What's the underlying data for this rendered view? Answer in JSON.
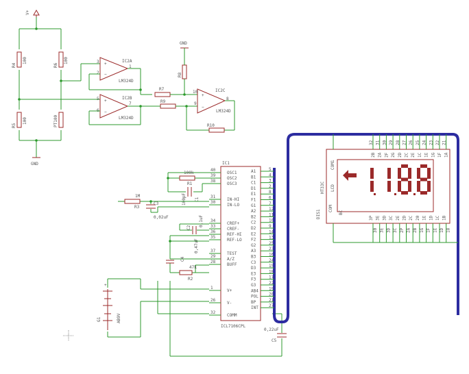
{
  "power": {
    "vplus_label": "V+",
    "gnd_label": "GND"
  },
  "resistors": {
    "R4": {
      "name": "R4",
      "value": "100"
    },
    "R5": {
      "name": "R5",
      "value": "100"
    },
    "R6": {
      "name": "R6",
      "value": "100"
    },
    "PT": {
      "value": "PT100"
    },
    "R7": {
      "name": "R7"
    },
    "R8": {
      "name": "R8"
    },
    "R9": {
      "name": "R9"
    },
    "R10": {
      "name": "R10"
    },
    "R1": {
      "name": "R1",
      "value": "100k"
    },
    "R3": {
      "name": "R3",
      "value": "1M"
    },
    "R2": {
      "name": "R2",
      "value": "47k"
    }
  },
  "opamps": {
    "IC2A": {
      "name": "IC2A",
      "part": "LM324D",
      "pins": [
        "3",
        "2",
        "1"
      ]
    },
    "IC2B": {
      "name": "IC2B",
      "part": "LM324D",
      "pins": [
        "5",
        "6",
        "7"
      ]
    },
    "IC2C": {
      "name": "IC2C",
      "part": "LM324D",
      "pins": [
        "10",
        "9",
        "8"
      ]
    }
  },
  "capacitors": {
    "C1": {
      "name": "C1",
      "value": "100pF"
    },
    "C2": {
      "name": "C2",
      "value": "0,1uF"
    },
    "C3": {
      "name": "C3",
      "value": "0,02uF"
    },
    "C4": {
      "name": "C4",
      "value": "0,47uF"
    },
    "C5": {
      "name": "C5",
      "value": "0,22uF"
    }
  },
  "battery": {
    "name": "G1",
    "value": "AB9V"
  },
  "ic1": {
    "name": "IC1",
    "part": "ICL7106CPL",
    "left_pins": [
      {
        "num": "40",
        "label": "OSC1"
      },
      {
        "num": "39",
        "label": "OSC2"
      },
      {
        "num": "38",
        "label": "OSC3"
      },
      {
        "num": "31",
        "label": "IN-HI"
      },
      {
        "num": "30",
        "label": "IN-LO"
      },
      {
        "num": "34",
        "label": "CREF+"
      },
      {
        "num": "33",
        "label": "CREF-"
      },
      {
        "num": "36",
        "label": "REF-HI"
      },
      {
        "num": "35",
        "label": "REF-LO"
      },
      {
        "num": "37",
        "label": "TEST"
      },
      {
        "num": "29",
        "label": "A/Z"
      },
      {
        "num": "28",
        "label": "BUFF"
      },
      {
        "num": "1",
        "label": "V+"
      },
      {
        "num": "26",
        "label": "V-"
      },
      {
        "num": "32",
        "label": "COMM"
      }
    ],
    "right_pins": [
      {
        "num": "5",
        "label": "A1"
      },
      {
        "num": "4",
        "label": "B1"
      },
      {
        "num": "3",
        "label": "C1"
      },
      {
        "num": "2",
        "label": "D1"
      },
      {
        "num": "8",
        "label": "E1"
      },
      {
        "num": "6",
        "label": "F1"
      },
      {
        "num": "7",
        "label": "G1"
      },
      {
        "num": "12",
        "label": "A2"
      },
      {
        "num": "11",
        "label": "B2"
      },
      {
        "num": "10",
        "label": "C2"
      },
      {
        "num": "9",
        "label": "D2"
      },
      {
        "num": "14",
        "label": "E2"
      },
      {
        "num": "13",
        "label": "F2"
      },
      {
        "num": "25",
        "label": "G2"
      },
      {
        "num": "23",
        "label": "A3"
      },
      {
        "num": "16",
        "label": "B3"
      },
      {
        "num": "24",
        "label": "C3"
      },
      {
        "num": "15",
        "label": "D3"
      },
      {
        "num": "18",
        "label": "E3"
      },
      {
        "num": "17",
        "label": "F3"
      },
      {
        "num": "22",
        "label": "G3"
      },
      {
        "num": "19",
        "label": "AB4"
      },
      {
        "num": "20",
        "label": "POL"
      },
      {
        "num": "21",
        "label": "BP"
      },
      {
        "num": "27",
        "label": "INT"
      }
    ]
  },
  "display": {
    "name": "DIS1",
    "part": "HT33C",
    "lcd_label": "LCD",
    "com_left_top": "COM1",
    "com_left_bottom": "COM",
    "bc_label": "BC",
    "digits": "-1.8.8.8",
    "top_pin_labels": [
      "32",
      "31",
      "30",
      "29",
      "28",
      "27",
      "26",
      "25",
      "24",
      "23",
      "22",
      "21"
    ],
    "top_seg_labels": [
      "2B",
      "2A",
      "2F",
      "2G",
      "2D",
      "2C",
      "2E",
      "1C",
      "1E",
      "1G",
      "1F",
      "1A"
    ],
    "bottom_pin_labels": [
      "30",
      "3E",
      "3D",
      "3C",
      "2P",
      "2A",
      "2B",
      "1G",
      "1F",
      "1E",
      "1D",
      "18"
    ],
    "bottom_seg_labels": [
      "3P",
      "3E",
      "3D",
      "3C",
      "2E",
      "2D",
      "2C",
      "20",
      "1E",
      "1D",
      "1C",
      "1B"
    ]
  },
  "grid_colors": {
    "wire": "#2c9a2c",
    "part": "#9b2a2a",
    "bus": "#2c2ca0"
  }
}
